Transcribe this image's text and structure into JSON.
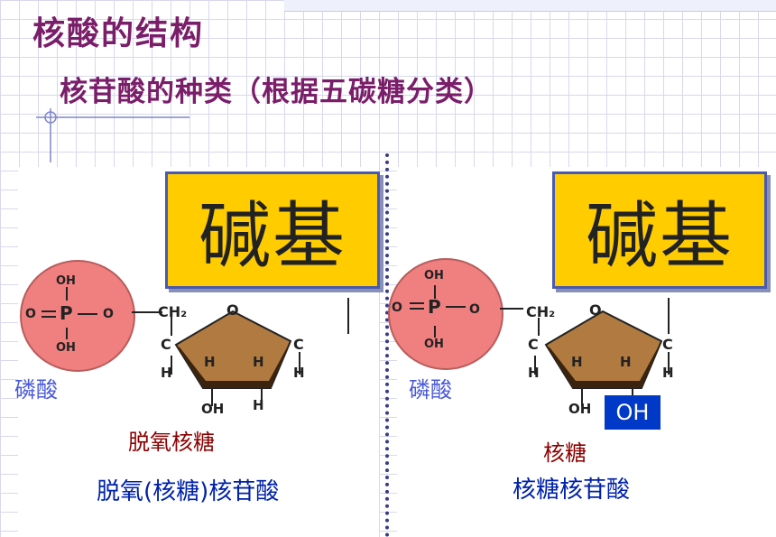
{
  "title": "核酸的结构",
  "subtitle": "核苷酸的种类（根据五碳糖分类）",
  "left": {
    "base_label": "碱基",
    "phosphate": {
      "oh_top": "OH",
      "oh_bottom": "OH",
      "o_left": "O",
      "o_right": "O",
      "p": "P"
    },
    "phosphate_label": "磷酸",
    "sugar": {
      "ch2": "CH₂",
      "o": "O",
      "c_left": "C",
      "c_right": "C",
      "h": "H",
      "oh": "OH"
    },
    "sugar_label": "脱氧核糖",
    "nucleotide_label": "脱氧(核糖)核苷酸"
  },
  "right": {
    "base_label": "碱基",
    "phosphate": {
      "oh_top": "OH",
      "oh_bottom": "OH",
      "o_left": "O",
      "o_right": "O",
      "p": "P"
    },
    "phosphate_label": "磷酸",
    "sugar": {
      "ch2": "CH₂",
      "o": "O",
      "c_left": "C",
      "c_right": "C",
      "h": "H",
      "oh": "OH"
    },
    "oh_highlight": "OH",
    "sugar_label": "核糖",
    "nucleotide_label": "核糖核苷酸"
  },
  "colors": {
    "title": "#7a1e6a",
    "base_box": "#ffcc00",
    "phosphate_circle": "#f08080",
    "sugar_ring": "#b07a40",
    "label_blue": "#4a5ad8",
    "label_red": "#8b0000",
    "name_blue": "#0022aa",
    "oh_highlight_bg": "#0038c8"
  }
}
